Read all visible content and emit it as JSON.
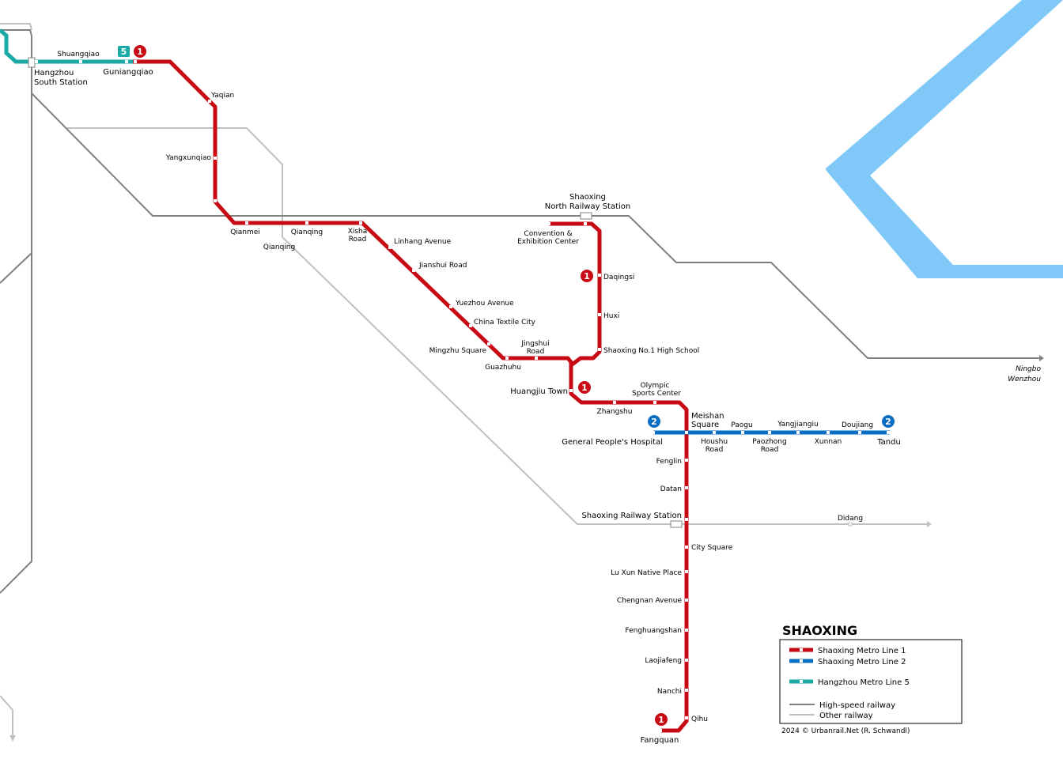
{
  "map": {
    "title": "SHAOXING",
    "credit": "2024 © Urbanrail.Net (R. Schwandl)",
    "colors": {
      "line1": "#c80a14",
      "line2": "#0a6ec3",
      "line5": "#1aaaa5",
      "high_speed": "#808080",
      "other_rail": "#c0c0c0",
      "water": "#7fc8f8"
    },
    "legend": [
      {
        "label": "Shaoxing Metro  Line 1",
        "kind": "line1"
      },
      {
        "label": "Shaoxing Metro  Line 2",
        "kind": "line2"
      },
      {
        "label": "Hangzhou Metro Line 5",
        "kind": "line5"
      },
      {
        "label": "High-speed railway",
        "kind": "high_speed"
      },
      {
        "label": "Other railway",
        "kind": "other_rail"
      }
    ],
    "badges": {
      "line1": "1",
      "line2": "2",
      "line5": "5"
    },
    "directions": {
      "ningbo": "Ningbo",
      "wenzhou": "Wenzhou"
    },
    "line5_stations": {
      "shuangqiao": "Shuangqiao",
      "guniangqiao": "Guniangqiao",
      "hangzhou_south_1": "Hangzhou",
      "hangzhou_south_2": "South Station"
    },
    "line1_stations": {
      "yaqian": "Yaqian",
      "yangxunqiao": "Yangxunqiao",
      "qianmei": "Qianmei",
      "qianqing_metro": "Qianqing",
      "qianqing_rail": "Qianqing",
      "xisha_1": "Xisha",
      "xisha_2": "Road",
      "linhang": "Linhang Avenue",
      "jianshui": "Jianshui Road",
      "yuezhou": "Yuezhou Avenue",
      "china_textile": "China Textile City",
      "mingzhu": "Mingzhu Square",
      "guazhuhu": "Guazhuhu",
      "jingshui_1": "Jingshui",
      "jingshui_2": "Road",
      "huangjiu": "Huangjiu Town",
      "zhangshu": "Zhangshu",
      "olympic_1": "Olympic",
      "olympic_2": "Sports Center",
      "meishan_1": "Meishan",
      "meishan_2": "Square",
      "fenglin": "Fenglin",
      "datan": "Datan",
      "shaoxing_rail": "Shaoxing Railway Station",
      "city_square": "City Square",
      "luxun": "Lu Xun Native Place",
      "chengnan": "Chengnan Avenue",
      "fenghuangshan": "Fenghuangshan",
      "laojiafeng": "Laojiafeng",
      "nanchi": "Nanchi",
      "qihu": "Qihu",
      "fangquan": "Fangquan",
      "north_station_1": "Shaoxing",
      "north_station_2": "North Railway Station",
      "convention_1": "Convention &",
      "convention_2": "Exhibition Center",
      "daqingsi": "Daqingsi",
      "huxi": "Huxi",
      "no1_school": "Shaoxing No.1 High School"
    },
    "line2_stations": {
      "general_hospital": "General People's Hospital",
      "houshu_1": "Houshu",
      "houshu_2": "Road",
      "paogu": "Paogu",
      "paozhong_1": "Paozhong",
      "paozhong_2": "Road",
      "yangjiang": "Yangjiangiu",
      "xunnan": "Xunnan",
      "doujiang": "Doujiang",
      "tandu": "Tandu"
    },
    "other_stations": {
      "didang": "Didang"
    }
  }
}
